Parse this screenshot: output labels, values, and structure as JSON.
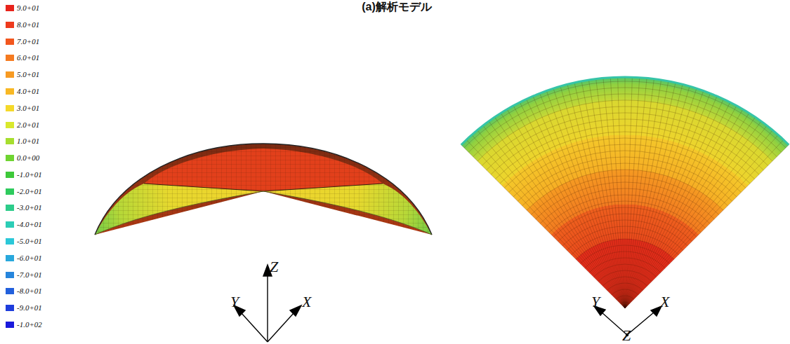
{
  "diagram": {
    "title": "(a)解析モデル",
    "labels": [
      "Z",
      "Y",
      "X",
      "Y",
      "X",
      "Z"
    ],
    "legend": [
      {
        "text": "9.0+01",
        "color": "#e8231b"
      },
      {
        "text": "8.0+01",
        "color": "#ee3a1c"
      },
      {
        "text": "7.0+01",
        "color": "#f2561d"
      },
      {
        "text": "6.0+01",
        "color": "#f57a20"
      },
      {
        "text": "5.0+01",
        "color": "#f79a22"
      },
      {
        "text": "4.0+01",
        "color": "#f8b824"
      },
      {
        "text": "3.0+01",
        "color": "#f5d92a"
      },
      {
        "text": "2.0+01",
        "color": "#d9e82c"
      },
      {
        "text": "1.0+01",
        "color": "#a6de2e"
      },
      {
        "text": "0.0+00",
        "color": "#6fd431"
      },
      {
        "text": "-1.0+01",
        "color": "#3ec93a"
      },
      {
        "text": "-2.0+01",
        "color": "#2ecb5d"
      },
      {
        "text": "-3.0+01",
        "color": "#2dcc8a"
      },
      {
        "text": "-4.0+01",
        "color": "#2ccdb6"
      },
      {
        "text": "-5.0+01",
        "color": "#2bc8d8"
      },
      {
        "text": "-6.0+01",
        "color": "#29a8dc"
      },
      {
        "text": "-7.0+01",
        "color": "#2685dc"
      },
      {
        "text": "-8.0+01",
        "color": "#2260dc"
      },
      {
        "text": "-9.0+01",
        "color": "#1e3ddc"
      },
      {
        "text": "-1.0+02",
        "color": "#1a1adc"
      }
    ]
  }
}
